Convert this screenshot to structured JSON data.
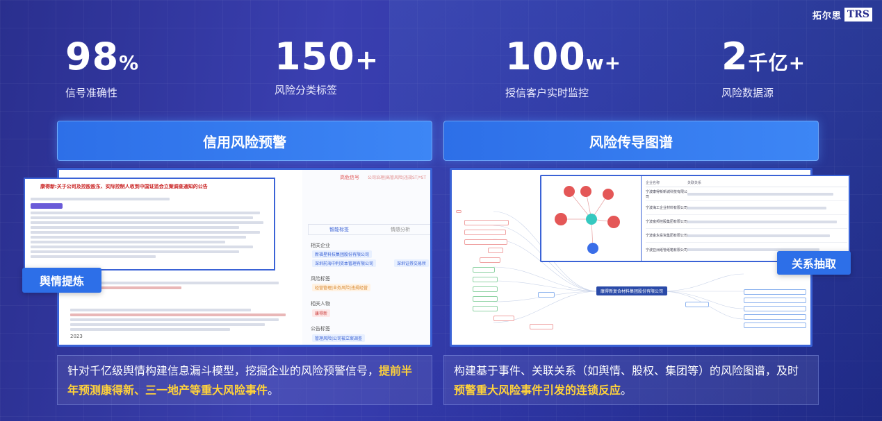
{
  "logo": {
    "cn": "拓尔思",
    "en": "TRS"
  },
  "stats": [
    {
      "value": "98",
      "suffix": "%",
      "label": "信号准确性"
    },
    {
      "value": "150",
      "suffix": "+",
      "label": "风险分类标签"
    },
    {
      "value": "100",
      "suffix": "w+",
      "label": "授信客户实时监控"
    },
    {
      "value": "2",
      "suffix": "千亿+",
      "label": "风险数据源"
    }
  ],
  "left": {
    "header": "信用风险预警",
    "badge": "舆情提炼",
    "desc_prefix": "针对千亿级舆情构建信息漏斗模型，挖掘企业的风险预警信号，",
    "desc_highlight": "提前半年预测康得新、三一地产等重大风险事件",
    "desc_suffix": "。",
    "mock": {
      "headline": "康得新:关于公司及控股股东、实际控制人收到中国证监会立案调查通知的公告",
      "side_tabs": [
        "智能标签",
        "情感分析"
      ],
      "side_sections": [
        "相关企业",
        "风险标签",
        "相关人物",
        "公告标签"
      ],
      "top_tags": [
        "高危信号",
        "公司治理|高管风险|违规ST/*ST"
      ],
      "risk_tags": [
        "经营管理|业务风险|违规经营"
      ],
      "companies": [
        "新福星科技集团股份有限公司",
        "深圳前海中利资本管理有限公司",
        "深圳证券交易所"
      ],
      "person": "康得新",
      "notice_tag": "管理风险|公司被立案调查",
      "body_year": "2023"
    }
  },
  "right": {
    "header": "风险传导图谱",
    "badge": "关系抽取",
    "desc_prefix": "构建基于事件、关联关系（如舆情、股权、集团等）的风险图谱，及时",
    "desc_highlight": "预警重大风险事件引发的连锁反应",
    "desc_suffix": "。",
    "mock": {
      "center": "康得新复合材料集团股份有限公司",
      "table_headers": [
        "企业名称",
        "关联关系"
      ],
      "table_rows": [
        "宁波康得新新城科技有限公司",
        "宁波海工企业材料有限公司",
        "宁波富邦控股集团有限公司",
        "宁波金永投资集团有限公司",
        "宁波亚洲纸管纸箱有限公司"
      ]
    }
  }
}
